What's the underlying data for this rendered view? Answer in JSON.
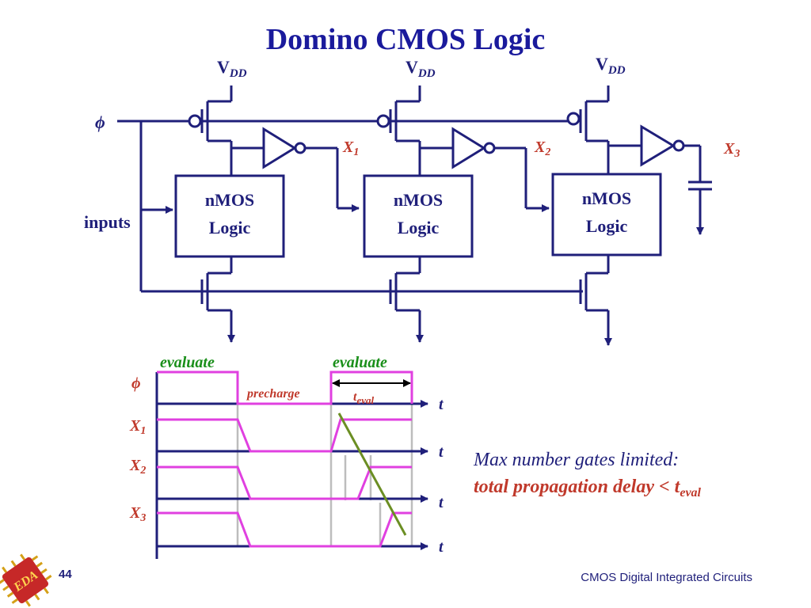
{
  "title": "Domino CMOS Logic",
  "supply_label": "V",
  "supply_sub": "DD",
  "phi_symbol": "ϕ",
  "inputs_label": "inputs",
  "block_line1": "nMOS",
  "block_line2": "Logic",
  "node_labels": [
    {
      "base": "X",
      "sub": "1"
    },
    {
      "base": "X",
      "sub": "2"
    },
    {
      "base": "X",
      "sub": "3"
    }
  ],
  "timing": {
    "evaluate_label": "evaluate",
    "precharge_label": "precharge",
    "t_eval_base": "t",
    "t_eval_sub": "eval",
    "time_axis_label": "t"
  },
  "note_line1": "Max number gates limited:",
  "note_line2_text": "total propagation delay < t",
  "note_line2_sub": "eval",
  "page_number": "44",
  "footer": "CMOS Digital Integrated Circuits",
  "logo_text": "EDA",
  "colors": {
    "navy": "#1f1f7a",
    "title": "#1a1a9c",
    "magenta": "#e040e0",
    "red": "#c0392b",
    "green": "#1a8f1a",
    "olive": "#6b8e23",
    "grey": "#bdbdbd"
  }
}
